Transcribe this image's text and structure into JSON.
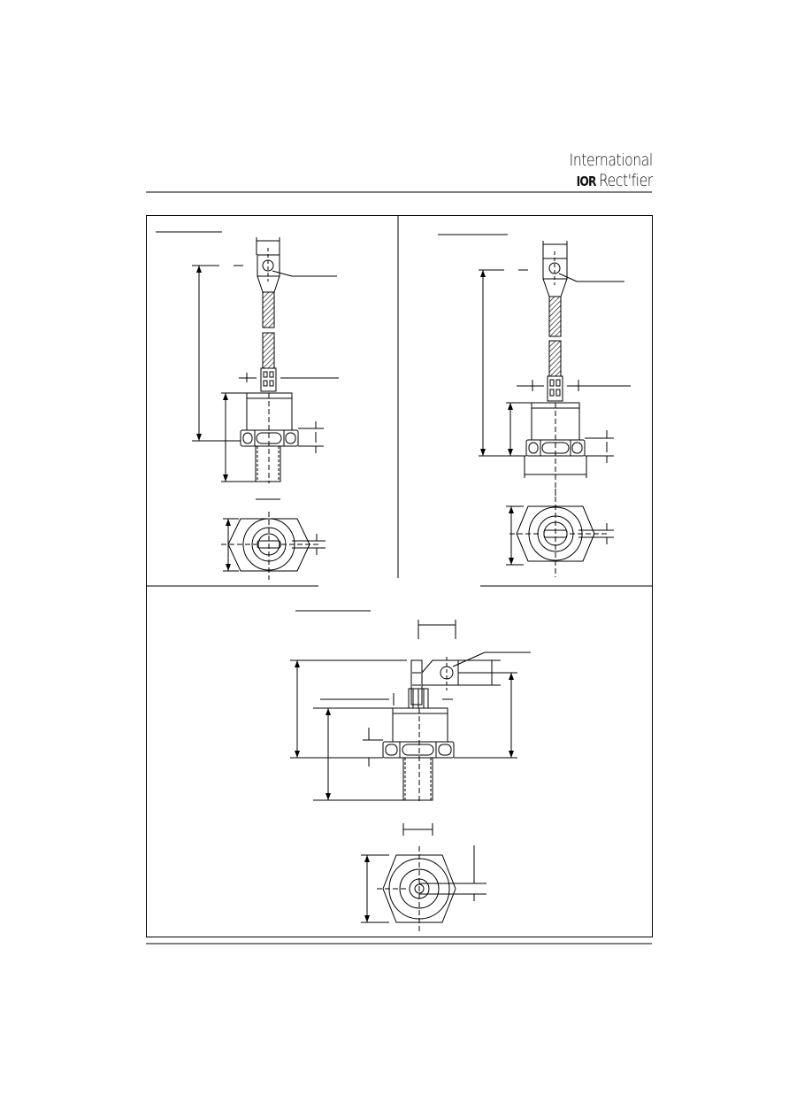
{
  "header": {
    "brand_line1": "International",
    "brand_mark": "IOR",
    "brand_line2": "Rect'fier"
  }
}
